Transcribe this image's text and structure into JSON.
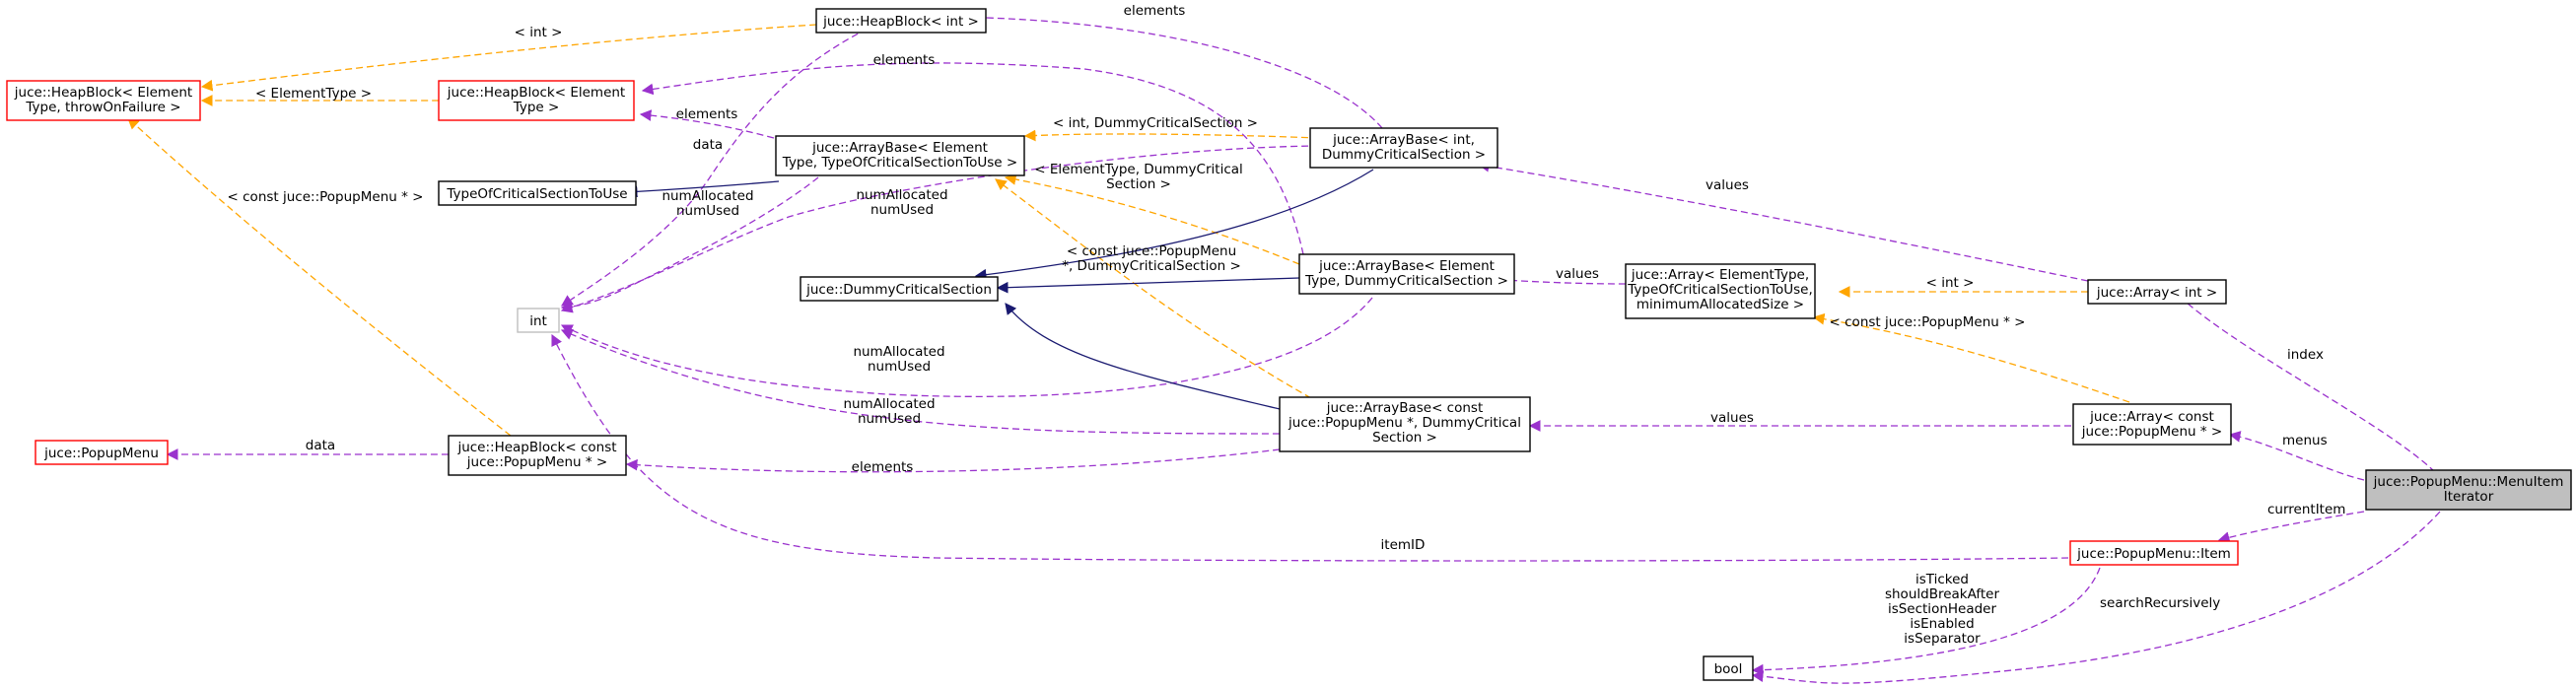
{
  "colors": {
    "usage_edge": "#9a32cd",
    "template_edge": "#ffa500",
    "inheritance_edge": "#191970",
    "focus_fill": "#bfbfbf",
    "link_border": "#ff0000",
    "plain_border": "#000000",
    "builtin_border": "#bfbfbf"
  },
  "nodes": {
    "menu_item_iterator": [
      "juce::PopupMenu::MenuItem",
      "Iterator"
    ],
    "array_popupmenu": [
      "juce::Array< const",
      "juce::PopupMenu * >"
    ],
    "array_int": [
      "juce::Array< int >"
    ],
    "popupmenu_item": [
      "juce::PopupMenu::Item"
    ],
    "bool": [
      "bool"
    ],
    "int": [
      "int"
    ],
    "arraybase_popupmenu": [
      "juce::ArrayBase< const",
      "juce::PopupMenu *, DummyCritical",
      "Section >"
    ],
    "array_elementtype": [
      "juce::Array< ElementType,",
      "TypeOfCriticalSectionToUse,",
      "minimumAllocatedSize >"
    ],
    "arraybase_int": [
      "juce::ArrayBase< int,",
      "DummyCriticalSection >"
    ],
    "arraybase_elementtype_dummy": [
      "juce::ArrayBase< Element",
      "Type, DummyCriticalSection >"
    ],
    "heapblock_popupmenu": [
      "juce::HeapBlock< const",
      "juce::PopupMenu * >"
    ],
    "dummy_critical_section": [
      "juce::DummyCriticalSection"
    ],
    "popupmenu": [
      "juce::PopupMenu"
    ],
    "heapblock_int": [
      "juce::HeapBlock< int >"
    ],
    "arraybase_generic": [
      "juce::ArrayBase< Element",
      "Type, TypeOfCriticalSectionToUse >"
    ],
    "heapblock_elementtype": [
      "juce::HeapBlock< Element",
      "Type >"
    ],
    "heapblock_throw": [
      "juce::HeapBlock< Element",
      "Type, throwOnFailure >"
    ],
    "type_of_critical_section": [
      "TypeOfCriticalSectionToUse"
    ]
  },
  "edge_labels": {
    "index": [
      "index"
    ],
    "menus": [
      "menus"
    ],
    "current_item": [
      "currentItem"
    ],
    "search_recursively": [
      "searchRecursively"
    ],
    "item_flags": [
      "isTicked",
      "shouldBreakAfter",
      "isSectionHeader",
      "isEnabled",
      "isSeparator"
    ],
    "item_id": [
      "itemID"
    ],
    "values_popupmenu": [
      "values"
    ],
    "values_int": [
      "values"
    ],
    "tmpl_int": [
      "< int >"
    ],
    "tmpl_const_popupmenu": [
      "< const juce::PopupMenu * >"
    ],
    "values_elementtype": [
      "values"
    ],
    "elements_popupmenu": [
      "elements"
    ],
    "num_popupmenu": [
      "numAllocated",
      "numUsed"
    ],
    "tmpl_arraybase_popupmenu": [
      "< const juce::PopupMenu",
      "*, DummyCriticalSection >"
    ],
    "num_elementtype_dummy": [
      "numAllocated",
      "numUsed"
    ],
    "tmpl_elementtype_dummy": [
      "< ElementType, DummyCritical",
      "Section >"
    ],
    "elements_elementtype_dummy": [
      "elements"
    ],
    "num_int": [
      "numAllocated",
      "numUsed"
    ],
    "tmpl_int_dummy": [
      "< int, DummyCriticalSection >"
    ],
    "elements_int": [
      "elements"
    ],
    "data_popupmenu": [
      "data"
    ],
    "tmpl_const_popupmenu_heap": [
      "< const juce::PopupMenu * >"
    ],
    "data_int": [
      "data"
    ],
    "tmpl_int_heap": [
      "< int >"
    ],
    "num_generic": [
      "numAllocated",
      "numUsed"
    ],
    "elements_generic": [
      "elements"
    ],
    "tmpl_elementtype_heap": [
      "< ElementType >"
    ]
  }
}
